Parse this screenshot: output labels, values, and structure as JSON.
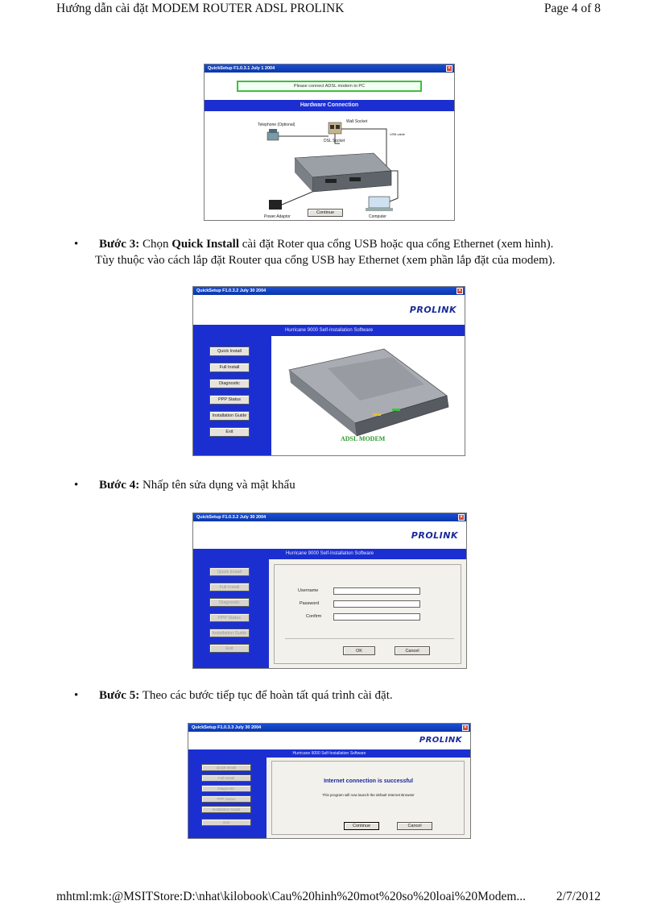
{
  "header": {
    "title": "Hướng dẫn cài đặt MODEM ROUTER ADSL PROLINK",
    "page": "Page 4 of 8"
  },
  "footer": {
    "path": "mhtml:mk:@MSITStore:D:\\nhat\\kilobook\\Cau%20hinh%20mot%20so%20loai%20Modem...",
    "date": "2/7/2012"
  },
  "fig1": {
    "title": "QuickSetup F1.0.3.1 July 1 2004",
    "notice": "Please connect ADSL modem to PC",
    "band": "Hardware Connection",
    "labels": {
      "telephone": "Telephone (Optional)",
      "wall": "Wall Socket",
      "dsl": "DSL Socket",
      "power": "Power Adaptor",
      "computer": "Computer",
      "usb": "USB cable"
    },
    "continue": "Continue"
  },
  "step3": {
    "label": "Bước 3:",
    "t1": " Chọn ",
    "bold": "Quick Install",
    "t2": " cài đặt Roter qua cổng USB hoặc qua cổng Ethernet (xem hình).",
    "line2": "Tùy thuộc vào cách lắp đặt Router qua cổng USB hay Ethernet (xem phần lắp đặt của modem)."
  },
  "fig2": {
    "title": "QuickSetup F1.0.3.2 July 30 2004",
    "logo": "PROLINK",
    "band": "Hurricane 9000 Self-Installation Software",
    "buttons": [
      "Quick Install",
      "Full Install",
      "Diagnostic",
      "PPP Status",
      "Installation Guide",
      "Exit"
    ],
    "caption": "ADSL MODEM"
  },
  "step4": {
    "label": "Bước 4:",
    "text": " Nhấp tên sửa dụng và mật khẩu"
  },
  "fig3": {
    "title": "QuickSetup F1.0.3.2 July 30 2004",
    "logo": "PROLINK",
    "band": "Hurricane 9000 Self-Installation Software",
    "buttons": [
      "Quick Install",
      "Full Install",
      "Diagnostic",
      "PPP Status",
      "Installation Guide",
      "Exit"
    ],
    "username": "Username",
    "password": "Password",
    "confirm": "Confirm",
    "ok": "OK",
    "cancel": "Cancel"
  },
  "step5": {
    "label": "Bước 5:",
    "text": " Theo các bước tiếp tục để hoàn tất quá trình cài đặt."
  },
  "fig4": {
    "title": "QuickSetup F1.0.3.3 July 30 2004",
    "logo": "PROLINK",
    "band": "Hurricane 9000 Self-Installation Software",
    "buttons": [
      "Quick Install",
      "Full Install",
      "Diagnostic",
      "PPP Status",
      "Installation Guide",
      "Exit"
    ],
    "message": "Internet connection is successful",
    "sub": "This program will now launch the default Internet Browser",
    "continue": "Continue",
    "cancel": "Cancel"
  }
}
